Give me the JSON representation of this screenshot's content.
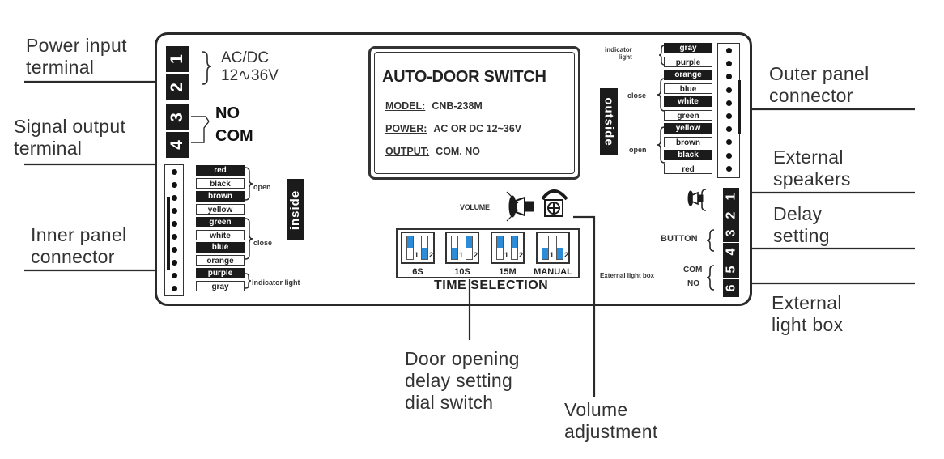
{
  "title": "AUTO-DOOR SWITCH wiring diagram",
  "nameplate": {
    "title": "AUTO-DOOR SWITCH",
    "rows": [
      {
        "key": "MODEL:",
        "value": "CNB-238M"
      },
      {
        "key": "POWER:",
        "value": "AC OR DC 12~36V"
      },
      {
        "key": "OUTPUT:",
        "value": "COM. NO"
      }
    ]
  },
  "callouts": {
    "power_input": [
      "Power input",
      "terminal"
    ],
    "signal_output": [
      "Signal output",
      "terminal"
    ],
    "inner_panel": [
      "Inner panel",
      "connector"
    ],
    "outer_panel": [
      "Outer panel",
      "connector"
    ],
    "external_speakers": [
      "External",
      "speakers"
    ],
    "delay_setting": [
      "Delay",
      "setting"
    ],
    "external_light_box": [
      "External",
      "light box"
    ],
    "door_opening_delay": [
      "Door opening",
      "delay setting",
      "dial switch"
    ],
    "volume_adjustment": [
      "Volume",
      "adjustment"
    ]
  },
  "left_terminals": {
    "numbers": [
      "1",
      "2",
      "3",
      "4"
    ],
    "power_lines": [
      "AC/DC",
      "12∿36V"
    ],
    "signal_no": "NO",
    "signal_com": "COM"
  },
  "inside": {
    "tag": "inside",
    "wires": [
      {
        "color": "red",
        "style": "dark"
      },
      {
        "color": "black",
        "style": "light"
      },
      {
        "color": "brown",
        "style": "dark"
      },
      {
        "color": "yellow",
        "style": "light"
      },
      {
        "color": "green",
        "style": "dark"
      },
      {
        "color": "white",
        "style": "light"
      },
      {
        "color": "blue",
        "style": "dark"
      },
      {
        "color": "orange",
        "style": "light"
      },
      {
        "color": "purple",
        "style": "dark"
      },
      {
        "color": "gray",
        "style": "light"
      }
    ],
    "groups": {
      "open": "open",
      "close": "close",
      "indicator": "indicator light"
    }
  },
  "outside": {
    "tag": "outside",
    "wires": [
      {
        "color": "gray",
        "style": "dark"
      },
      {
        "color": "purple",
        "style": "light"
      },
      {
        "color": "orange",
        "style": "dark"
      },
      {
        "color": "blue",
        "style": "light"
      },
      {
        "color": "white",
        "style": "dark"
      },
      {
        "color": "green",
        "style": "light"
      },
      {
        "color": "yellow",
        "style": "dark"
      },
      {
        "color": "brown",
        "style": "light"
      },
      {
        "color": "black",
        "style": "dark"
      },
      {
        "color": "red",
        "style": "light"
      }
    ],
    "groups": {
      "indicator": "indicator light",
      "close": "close",
      "open": "open"
    }
  },
  "volume": {
    "label": "VOLUME"
  },
  "dip_switches": {
    "caption": "TIME SELECTION",
    "switches": [
      {
        "label": "6S",
        "sw1": "up",
        "sw2": "down"
      },
      {
        "label": "10S",
        "sw1": "down",
        "sw2": "up"
      },
      {
        "label": "15M",
        "sw1": "up",
        "sw2": "up"
      },
      {
        "label": "MANUAL",
        "sw1": "down",
        "sw2": "down"
      }
    ],
    "pos_labels": [
      "1",
      "2"
    ],
    "accent_color": "#2e8bd6"
  },
  "right_terminals": {
    "numbers": [
      "1",
      "2",
      "3",
      "4",
      "5",
      "6"
    ],
    "button_label": "BUTTON",
    "light_box_label": "External light box",
    "com_label": "COM",
    "no_label": "NO"
  }
}
